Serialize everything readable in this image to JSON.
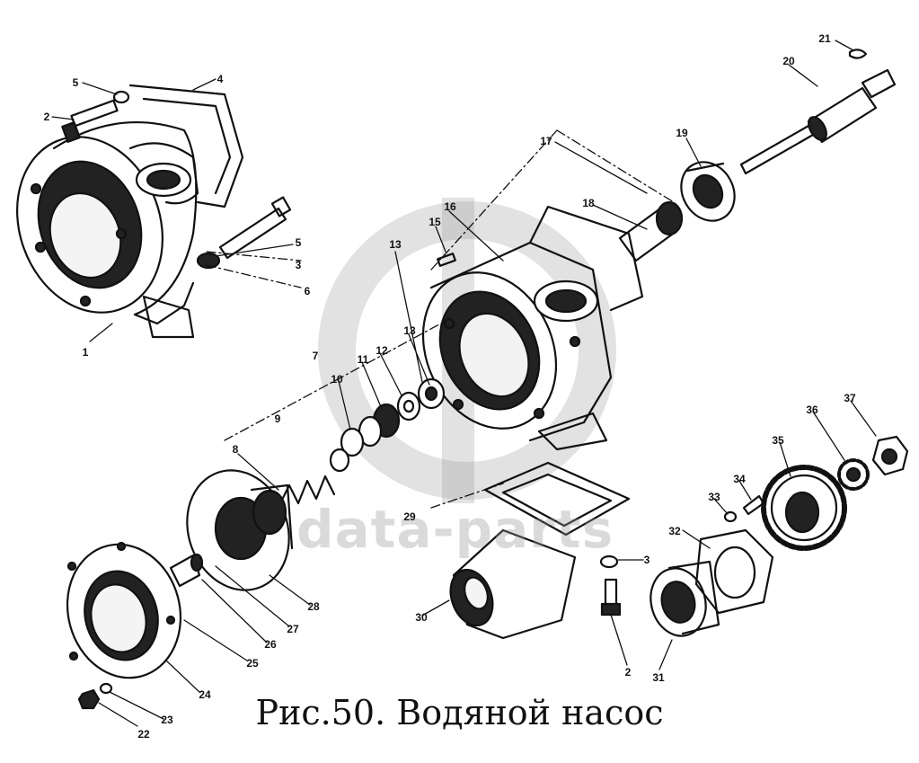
{
  "caption": "Рис.50. Водяной насос",
  "watermark": {
    "text": "data-parts"
  },
  "callouts": [
    {
      "id": "c1",
      "text": "1"
    },
    {
      "id": "c2a",
      "text": "2"
    },
    {
      "id": "c2b",
      "text": "2"
    },
    {
      "id": "c3a",
      "text": "3"
    },
    {
      "id": "c3b",
      "text": "3"
    },
    {
      "id": "c4",
      "text": "4"
    },
    {
      "id": "c5a",
      "text": "5"
    },
    {
      "id": "c5b",
      "text": "5"
    },
    {
      "id": "c6",
      "text": "6"
    },
    {
      "id": "c7",
      "text": "7"
    },
    {
      "id": "c8",
      "text": "8"
    },
    {
      "id": "c9",
      "text": "9"
    },
    {
      "id": "c10",
      "text": "10"
    },
    {
      "id": "c11",
      "text": "11"
    },
    {
      "id": "c12",
      "text": "12"
    },
    {
      "id": "c13a",
      "text": "13"
    },
    {
      "id": "c13b",
      "text": "13"
    },
    {
      "id": "c15",
      "text": "15"
    },
    {
      "id": "c16",
      "text": "16"
    },
    {
      "id": "c17",
      "text": "17"
    },
    {
      "id": "c18",
      "text": "18"
    },
    {
      "id": "c19",
      "text": "19"
    },
    {
      "id": "c20",
      "text": "20"
    },
    {
      "id": "c21",
      "text": "21"
    },
    {
      "id": "c22",
      "text": "22"
    },
    {
      "id": "c23",
      "text": "23"
    },
    {
      "id": "c24",
      "text": "24"
    },
    {
      "id": "c25",
      "text": "25"
    },
    {
      "id": "c26",
      "text": "26"
    },
    {
      "id": "c27",
      "text": "27"
    },
    {
      "id": "c28",
      "text": "28"
    },
    {
      "id": "c29",
      "text": "29"
    },
    {
      "id": "c30",
      "text": "30"
    },
    {
      "id": "c31",
      "text": "31"
    },
    {
      "id": "c32",
      "text": "32"
    },
    {
      "id": "c33",
      "text": "33"
    },
    {
      "id": "c34",
      "text": "34"
    },
    {
      "id": "c35",
      "text": "35"
    },
    {
      "id": "c36",
      "text": "36"
    },
    {
      "id": "c37",
      "text": "37"
    }
  ]
}
